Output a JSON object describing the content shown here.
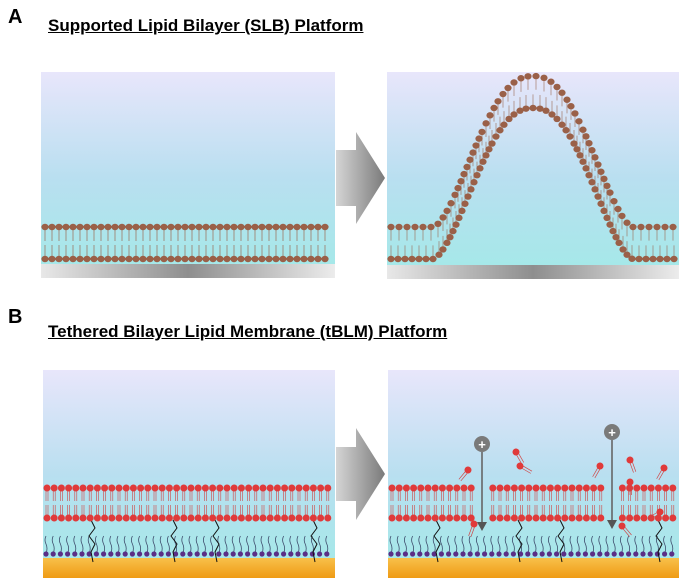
{
  "panels": [
    {
      "letter": "A",
      "title": "Supported Lipid Bilayer (SLB) Platform"
    },
    {
      "letter": "B",
      "title": "Tethered Bilayer Lipid Membrane (tBLM) Platform"
    }
  ],
  "ion_symbol": "+",
  "colors": {
    "liquid_top": "#e6e4fa",
    "liquid_bottom": "#a7e7ea",
    "slb_headgroup": "#9a6048",
    "tblm_headgroup": "#e03a3a",
    "tether_anchor": "#5b2f86",
    "gold_substrate": "#f2a21a",
    "glass_substrate": "#b8b8b8",
    "arrow": "#8c8c8c"
  }
}
